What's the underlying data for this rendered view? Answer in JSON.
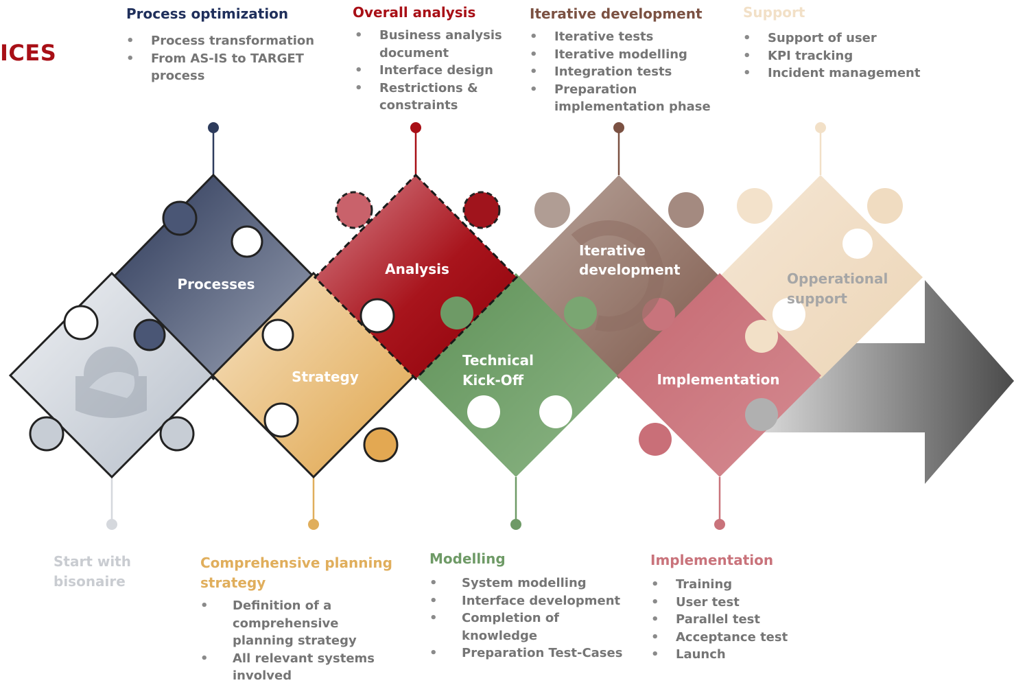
{
  "title_fragment": "ICES",
  "colors": {
    "navy": "#2d3b5c",
    "red": "#a80f16",
    "brown": "#7b5142",
    "cream": "#f2e0c7",
    "gray": "#cfd4db",
    "gold": "#e0ae5c",
    "green": "#6e9a66",
    "pink": "#c9737b"
  },
  "pieces": {
    "processes": "Processes",
    "analysis": "Analysis",
    "iterative": [
      "Iterative",
      "development"
    ],
    "operational": [
      "Opperational",
      "support"
    ],
    "strategy": "Strategy",
    "technical": [
      "Technical",
      "Kick-Off"
    ],
    "implementation": "Implementation"
  },
  "top": [
    {
      "heading": "Process optimization",
      "items": [
        "Process transformation",
        "From AS-IS to TARGET process"
      ]
    },
    {
      "heading": "Overall analysis",
      "items": [
        "Business analysis document",
        "Interface design",
        "Restrictions & constraints"
      ]
    },
    {
      "heading": "Iterative development",
      "items": [
        "Iterative tests",
        "Iterative modelling",
        "Integration tests",
        "Preparation implementation phase"
      ]
    },
    {
      "heading": "Support",
      "items": [
        "Support of user",
        "KPI tracking",
        "Incident management"
      ]
    }
  ],
  "bottom": [
    {
      "heading": "Start with bisonaire",
      "items": []
    },
    {
      "heading": "Comprehensive planning strategy",
      "items": [
        "Definition of a comprehensive planning strategy",
        "All relevant systems involved"
      ]
    },
    {
      "heading": "Modelling",
      "items": [
        "System modelling",
        "Interface development",
        "Completion of knowledge",
        "Preparation Test-Cases"
      ]
    },
    {
      "heading": "Implementation",
      "items": [
        "Training",
        "User test",
        "Parallel test",
        "Acceptance test",
        "Launch"
      ]
    }
  ]
}
